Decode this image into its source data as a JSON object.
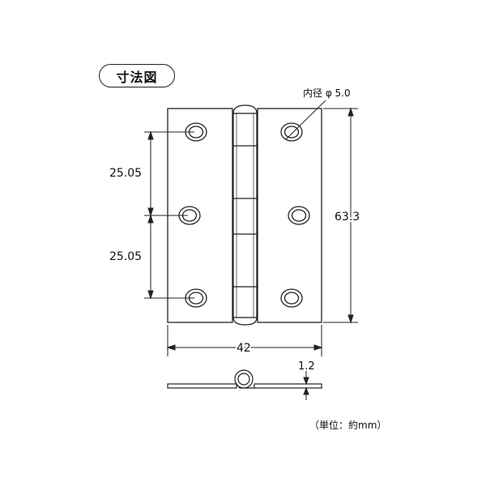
{
  "title": "寸法図",
  "labels": {
    "hole_callout": "内径 φ 5.0",
    "spacing_upper": "25.05",
    "spacing_lower": "25.05",
    "height": "63.3",
    "width": "42",
    "thickness": "1.2"
  },
  "unit_note": "（単位：約mm）",
  "colors": {
    "line": "#222222",
    "background": "#ffffff"
  }
}
